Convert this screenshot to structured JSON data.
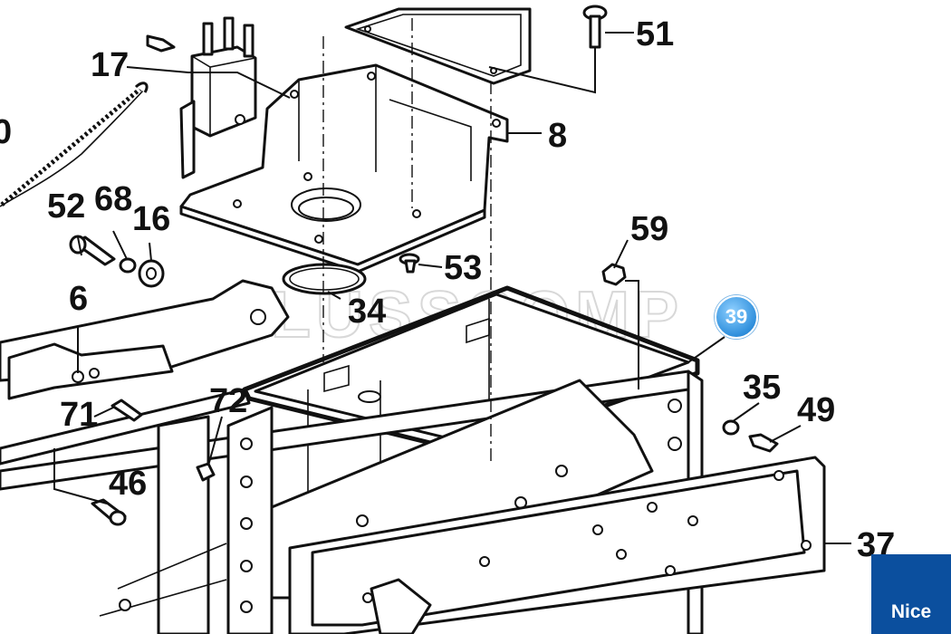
{
  "diagram": {
    "labels": {
      "p17": "17",
      "p51": "51",
      "p8": "8",
      "p0": "0",
      "p52": "52",
      "p68": "68",
      "p16": "16",
      "p59": "59",
      "p53": "53",
      "p6": "6",
      "p34": "34",
      "p35": "35",
      "p49": "49",
      "p71": "71",
      "p72": "72",
      "p46": "46",
      "p37": "37"
    },
    "watermark": "PLUSSCOMP",
    "highlight_badge": "39"
  },
  "brand": {
    "name": "Nice",
    "color": "#0b4f9e"
  },
  "colors": {
    "badge": "#2f8fdc",
    "ink": "#111111"
  }
}
